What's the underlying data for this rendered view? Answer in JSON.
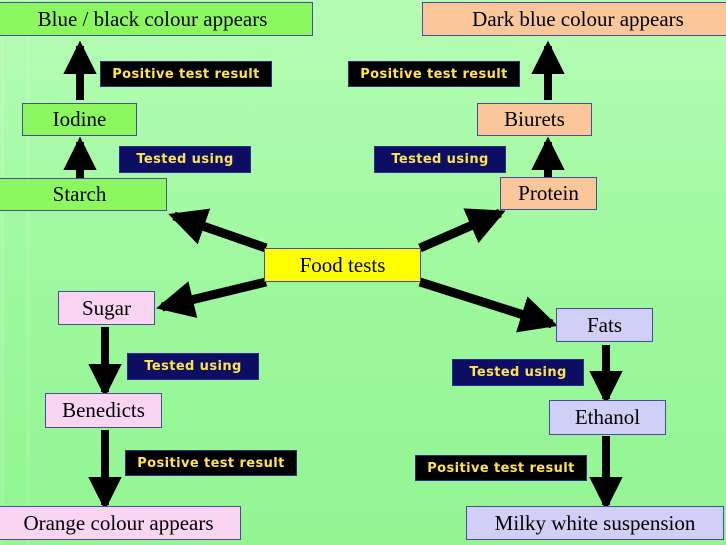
{
  "diagram": {
    "title": "Food tests",
    "background_color": "#9df79d",
    "nodes": [
      {
        "id": "blue_black",
        "label": "Blue / black colour appears",
        "color": "#8cf860"
      },
      {
        "id": "dark_blue",
        "label": "Dark blue colour appears",
        "color": "#fac69a"
      },
      {
        "id": "iodine",
        "label": "Iodine",
        "color": "#8cf860"
      },
      {
        "id": "biurets",
        "label": "Biurets",
        "color": "#fac69a"
      },
      {
        "id": "starch",
        "label": "Starch",
        "color": "#8cf860"
      },
      {
        "id": "protein",
        "label": "Protein",
        "color": "#fac69a"
      },
      {
        "id": "food_tests",
        "label": "Food tests",
        "color": "#ffff00"
      },
      {
        "id": "sugar",
        "label": "Sugar",
        "color": "#fad5f2"
      },
      {
        "id": "fats",
        "label": "Fats",
        "color": "#cfcff8"
      },
      {
        "id": "benedicts",
        "label": "Benedicts",
        "color": "#fad5f2"
      },
      {
        "id": "ethanol",
        "label": "Ethanol",
        "color": "#cfcff8"
      },
      {
        "id": "orange",
        "label": "Orange colour appears",
        "color": "#fad5f2"
      },
      {
        "id": "milky",
        "label": "Milky white suspension",
        "color": "#cfcff8"
      }
    ],
    "tags": [
      {
        "id": "tag_pos_iodine",
        "label": "Positive test result",
        "style": "black"
      },
      {
        "id": "tag_pos_biurets",
        "label": "Positive test result",
        "style": "black"
      },
      {
        "id": "tag_test_starch",
        "label": "Tested using",
        "style": "navy"
      },
      {
        "id": "tag_test_protein",
        "label": "Tested using",
        "style": "navy"
      },
      {
        "id": "tag_test_sugar",
        "label": "Tested using",
        "style": "navy"
      },
      {
        "id": "tag_test_fats",
        "label": "Tested using",
        "style": "navy"
      },
      {
        "id": "tag_pos_benedicts",
        "label": "Positive test result",
        "style": "black"
      },
      {
        "id": "tag_pos_ethanol",
        "label": "Positive test result",
        "style": "black"
      }
    ],
    "colors": {
      "tag_text": "#ffe34d",
      "tag_black_bg": "#000000",
      "tag_navy_bg": "#0d0d63",
      "arrow": "#000000",
      "node_border": "#4a4aa0"
    }
  }
}
